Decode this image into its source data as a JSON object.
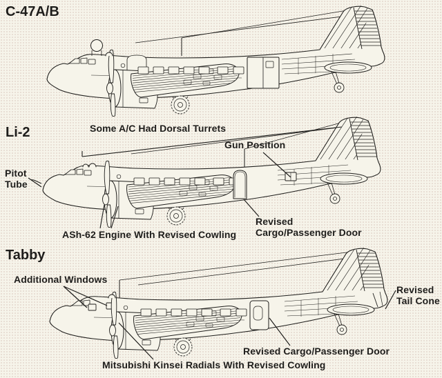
{
  "diagram": {
    "ink": "#1e1d1b",
    "paper": "#f6f4ea",
    "aircraft": [
      {
        "name": "C-47A/B",
        "labels": {}
      },
      {
        "name": "Li-2",
        "labels": {
          "dorsal_turrets": "Some A/C Had Dorsal Turrets",
          "gun_position": "Gun Position",
          "pitot_tube_line1": "Pitot",
          "pitot_tube_line2": "Tube",
          "engine": "ASh-62 Engine With Revised Cowling",
          "cargo_door_line1": "Revised",
          "cargo_door_line2": "Cargo/Passenger Door"
        }
      },
      {
        "name": "Tabby",
        "labels": {
          "additional_windows": "Additional Windows",
          "tail_cone_line1": "Revised",
          "tail_cone_line2": "Tail Cone",
          "cargo_door": "Revised Cargo/Passenger Door",
          "engine": "Mitsubishi Kinsei Radials With Revised Cowling"
        }
      }
    ]
  }
}
